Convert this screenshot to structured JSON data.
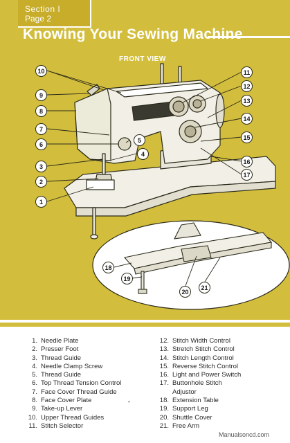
{
  "header": {
    "section": "Section I",
    "page": "Page 2",
    "title": "Knowing Your Sewing Machine",
    "view_label": "FRONT VIEW"
  },
  "colors": {
    "background_gold": "#d2bd3c",
    "machine": "#f2f0e6",
    "outline": "#2a2a1a"
  },
  "callouts": [
    "1",
    "2",
    "3",
    "4",
    "5",
    "6",
    "7",
    "8",
    "9",
    "10",
    "11",
    "12",
    "13",
    "14",
    "15",
    "16",
    "17",
    "18",
    "19",
    "20",
    "21"
  ],
  "legend_left": [
    {
      "num": "1.",
      "text": "Needle Plate"
    },
    {
      "num": "2.",
      "text": "Presser Foot"
    },
    {
      "num": "3.",
      "text": "Thread Guide"
    },
    {
      "num": "4.",
      "text": "Needle Clamp Screw"
    },
    {
      "num": "5.",
      "text": "Thread Guide"
    },
    {
      "num": "6.",
      "text": "Top Thread Tension Control"
    },
    {
      "num": "7.",
      "text": "Face Cover Thread Guide"
    },
    {
      "num": "8.",
      "text": "Face Cover Plate"
    },
    {
      "num": "9.",
      "text": "Take-up Lever"
    },
    {
      "num": "10.",
      "text": "Upper Thread Guides"
    },
    {
      "num": "11.",
      "text": "Stitch Selector"
    }
  ],
  "legend_right": [
    {
      "num": "12.",
      "text": "Stitch Width Control"
    },
    {
      "num": "13.",
      "text": "Stretch Stitch Control"
    },
    {
      "num": "14.",
      "text": "Stitch Length Control"
    },
    {
      "num": "15.",
      "text": "Reverse Stitch Control"
    },
    {
      "num": "16.",
      "text": "Light and Power Switch"
    },
    {
      "num": "17.",
      "text": "Buttonhole Stitch",
      "cont": "Adjustor"
    },
    {
      "num": "18.",
      "text": "Extension Table"
    },
    {
      "num": "19.",
      "text": "Support Leg"
    },
    {
      "num": "20.",
      "text": "Shuttle Cover"
    },
    {
      "num": "21.",
      "text": "Free Arm"
    }
  ],
  "footer": {
    "watermark": "Manualsoncd.com",
    "mark": "•"
  }
}
